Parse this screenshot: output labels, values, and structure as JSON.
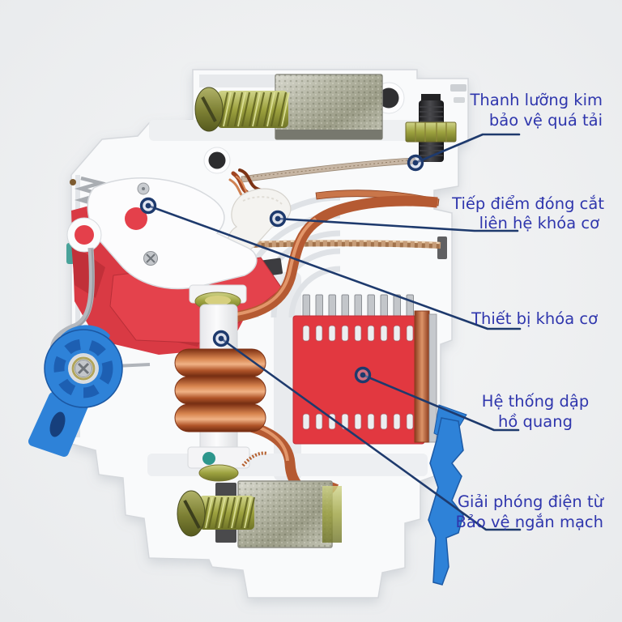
{
  "figure": {
    "labels": {
      "bimetal": {
        "line1": "Thanh lưỡng kim",
        "line2": "bảo vệ quá tải"
      },
      "contacts": {
        "line1": "Tiếp điểm đóng cắt",
        "line2": "liên hệ khóa cơ"
      },
      "latch": {
        "line1": "Thiết bị khóa cơ"
      },
      "arc_chute": {
        "line1": "Hệ thống dập",
        "line2": "hồ quang"
      },
      "magnetic_release": {
        "line1": "Giải phóng điện từ",
        "line2": "Bảo vệ ngắn mạch"
      }
    },
    "colors": {
      "background": "#eef0f2",
      "label_text": "#2f36ad",
      "leader_line": "#1e3a6d",
      "arc_red": "#e23840",
      "handle_blue": "#2e82d8",
      "copper": "#b5572f",
      "brass": "#a9a94e",
      "body_white": "#f9fafb",
      "steel": "#b9baa9",
      "teal_accent": "#2d968c"
    }
  }
}
